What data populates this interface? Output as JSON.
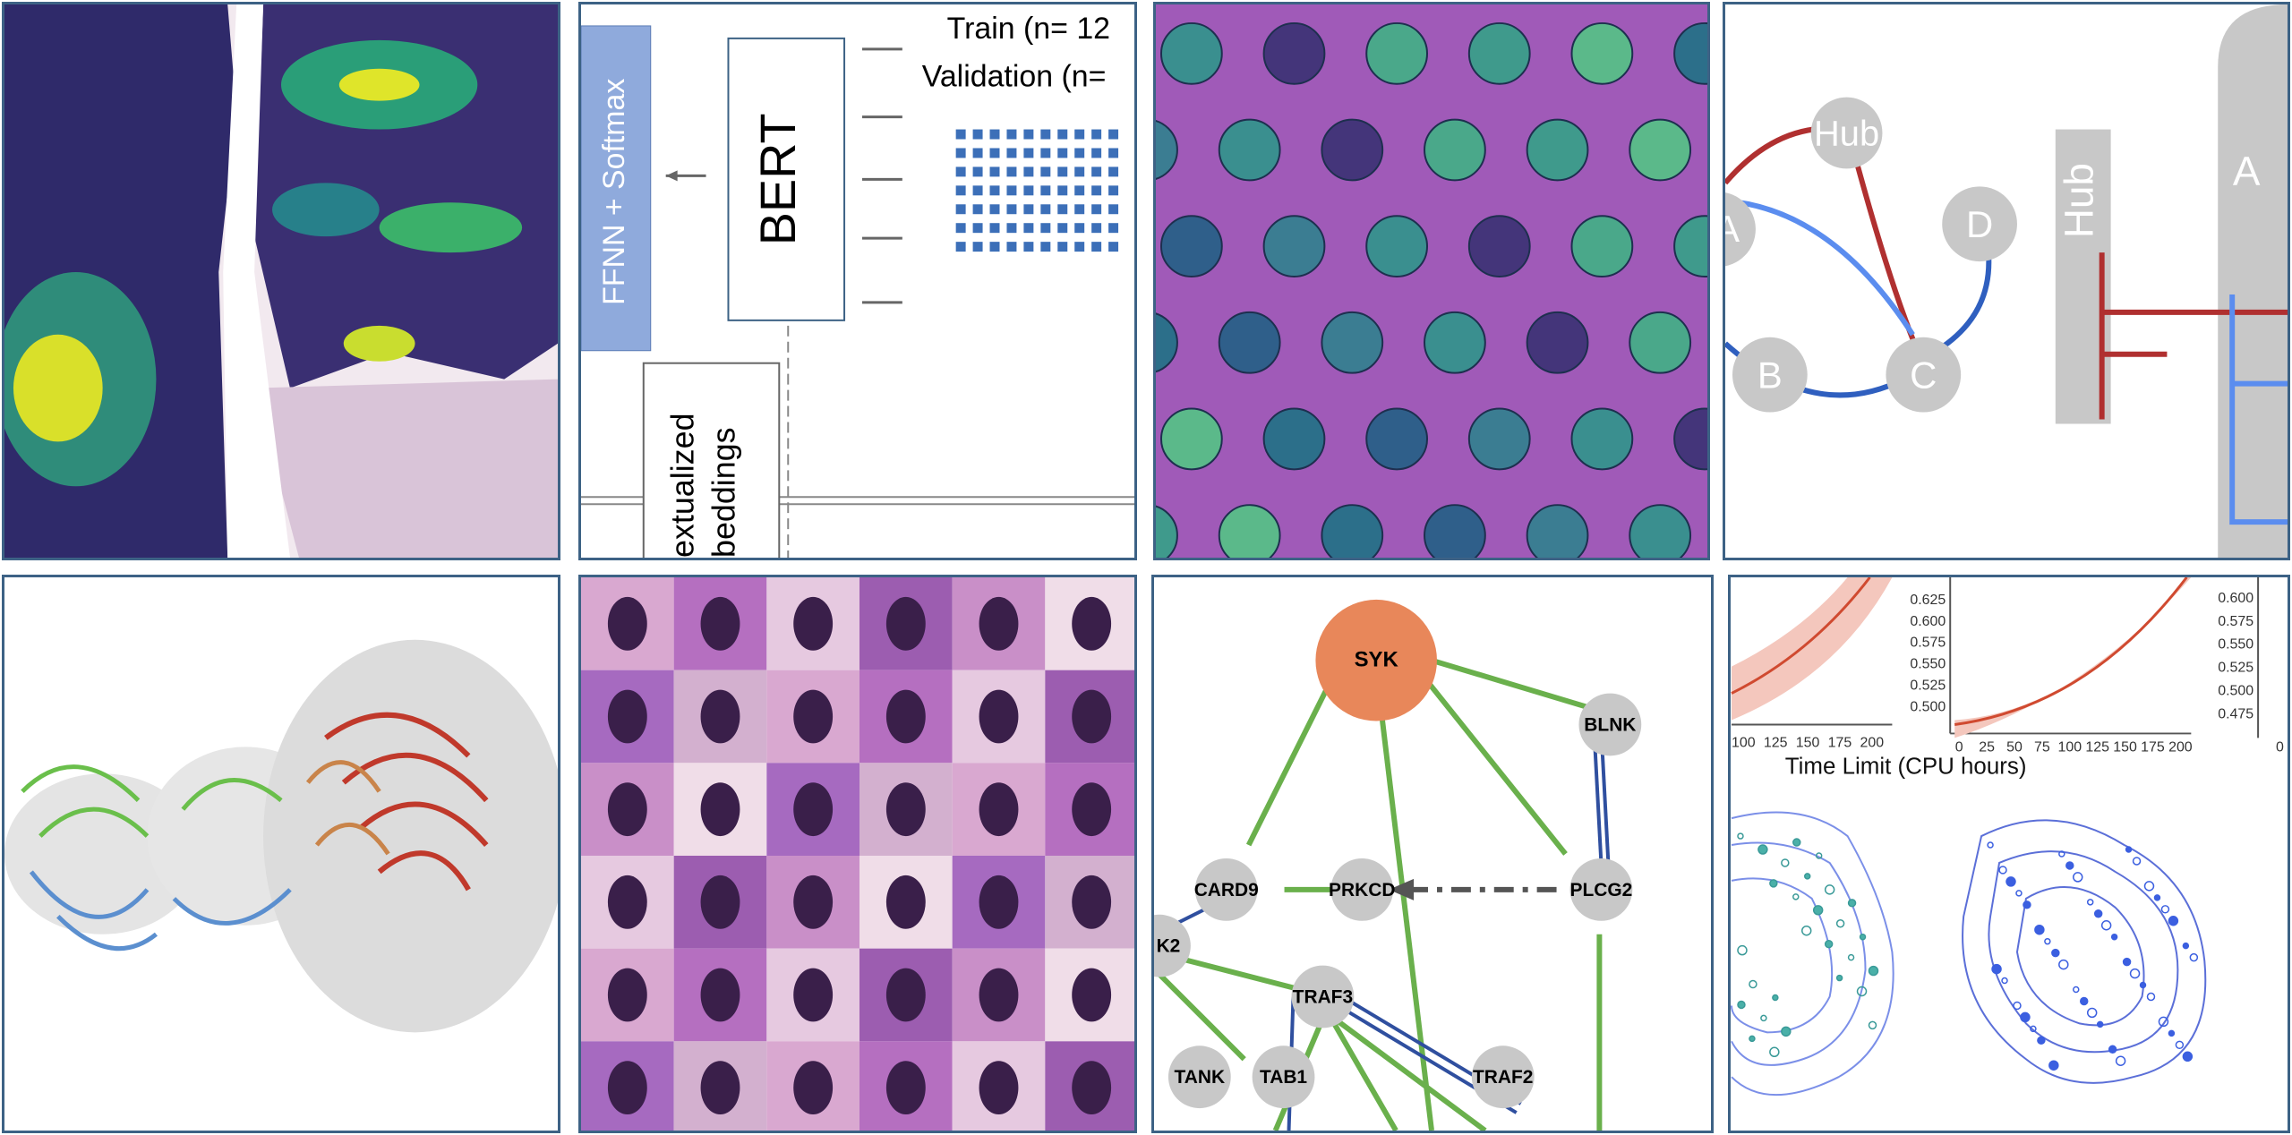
{
  "panels": {
    "bert_diagram": {
      "ffnn_label": "FFNN + Softmax",
      "bert_label": "BERT",
      "train_label": "Train (n= 12",
      "validation_label": "Validation (n=",
      "embeddings_line1": "extualized",
      "embeddings_line2": "beddings"
    },
    "hub_graph": {
      "nodes": [
        "Hub",
        "A",
        "B",
        "C",
        "D"
      ],
      "lane_hub": "Hub",
      "lane_a": "A"
    },
    "network": {
      "nodes": [
        "SYK",
        "BLNK",
        "CARD9",
        "PRKCD",
        "PLCG2",
        "K2",
        "TRAF3",
        "TANK",
        "TAB1",
        "TRAF2"
      ]
    },
    "plots": {
      "left_ticks_x": [
        "100",
        "125",
        "150",
        "175",
        "200"
      ],
      "mid_ticks_x": [
        "0",
        "25",
        "50",
        "75",
        "100",
        "125",
        "150",
        "175",
        "200"
      ],
      "mid_ticks_y": [
        "0.625",
        "0.600",
        "0.575",
        "0.550",
        "0.525",
        "0.500"
      ],
      "right_ticks_y": [
        "0.600",
        "0.575",
        "0.550",
        "0.525",
        "0.500",
        "0.475"
      ],
      "right_ticks_x": [
        "0"
      ],
      "time_limit_label": "Time Limit (CPU hours)"
    }
  },
  "colors": {
    "border": "#3d6285",
    "ffnn_box": "#8faadc",
    "red_edge": "#b03030",
    "blue_edge": "#5b8def",
    "green_edge": "#6ab04c",
    "syk_node": "#e8875a",
    "grey_node": "#c8c8c8"
  }
}
